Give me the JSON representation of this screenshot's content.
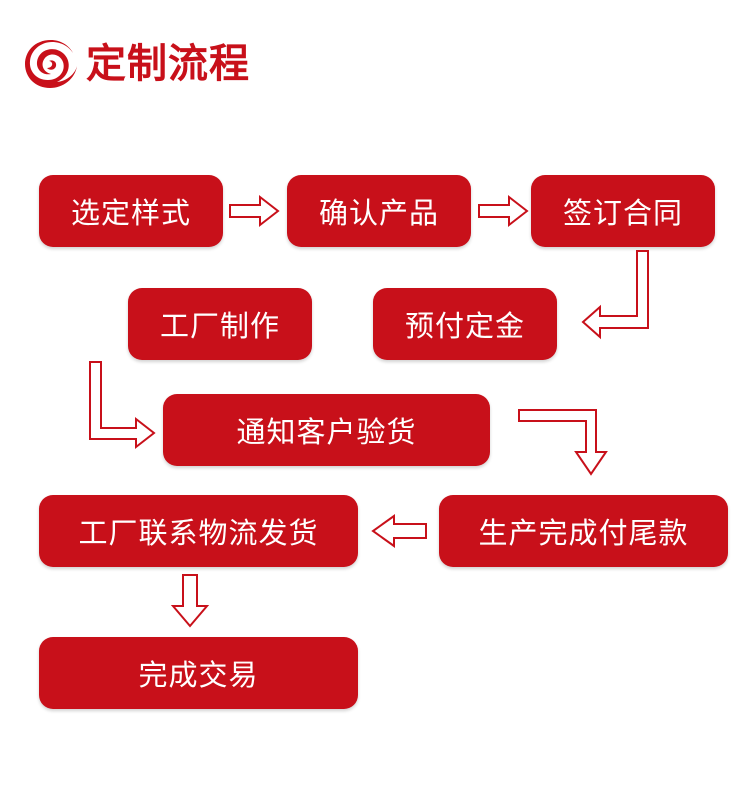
{
  "title": "定制流程",
  "logo": {
    "icon": "swirl-logo-icon",
    "color": "#c8101a"
  },
  "colors": {
    "accent": "#c8101a",
    "box_text": "#ffffff",
    "background": "#ffffff"
  },
  "steps": [
    "选定样式",
    "确认产品",
    "签订合同",
    "预付定金",
    "工厂制作",
    "通知客户验货",
    "生产完成付尾款",
    "工厂联系物流发货",
    "完成交易"
  ]
}
